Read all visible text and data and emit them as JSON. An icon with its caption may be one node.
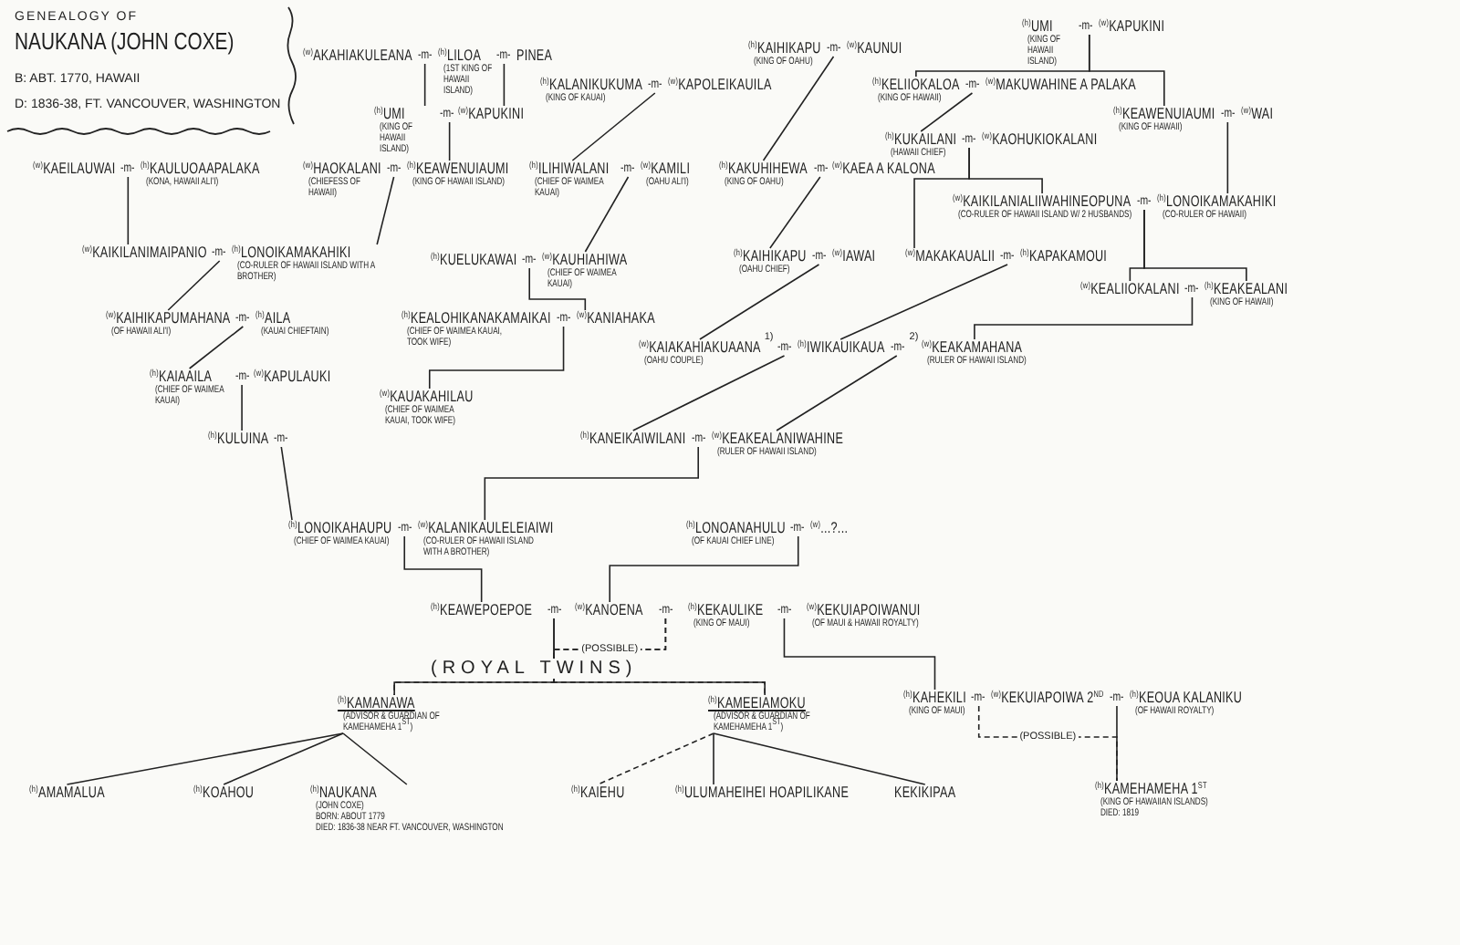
{
  "diagram": {
    "title": "GENEALOGY OF",
    "nodes": [
      {
        "text": [
          "$^{(w)}$AKAHIAKULEANA"
        ]
      },
      {
        "text": [
          "-m-"
        ]
      },
      {
        "text": [
          "$^{(h)}$LILOA",
          "(1ST KING OF HAWAII ISLAND)"
        ]
      },
      {
        "text": [
          "-m-"
        ]
      },
      {
        "text": [
          "PINEA"
        ]
      },
      {
        "text": [
          "$^{(h)}$UMI",
          "(KING OF HAWAII ISLAND)"
        ]
      },
      {
        "text": [
          "-m-"
        ]
      },
      {
        "text": [
          "$^{(w)}$KAPUKINI"
        ]
      },
      {
        "text": [
          "$^{(h)}$KALANIKUKUMA",
          "(KING OF KAUAI)"
        ]
      },
      {
        "text": [
          "-m-"
        ]
      },
      {
        "text": [
          "$^{(w)}$KAPOLEIKAUILA"
        ]
      },
      {
        "text": [
          "$^{(h)}$KAIHIKAPU",
          "(KING OF OAHU)"
        ]
      },
      {
        "text": [
          "-m-"
        ]
      },
      {
        "text": [
          "$^{(w)}$KAUNUI"
        ]
      },
      {
        "text": [
          "$^{(h)}$UMI",
          "(KING OF HAWAII ISLAND)"
        ]
      },
      {
        "text": [
          "-m-"
        ]
      },
      {
        "text": [
          "$^{(w)}$KAPUKINI"
        ]
      },
      {
        "text": [
          "$^{(h)}$KELIIOKALOA",
          "(KING OF HAWAII)"
        ]
      },
      {
        "text": [
          "-m-"
        ]
      },
      {
        "text": [
          "$^{(w)}$MAKUWAHINE A PALAKA"
        ]
      },
      {
        "text": [
          "$^{(h)}$KEAWENUIAUMI",
          "(KING OF HAWAII)"
        ]
      },
      {
        "text": [
          "-m-"
        ]
      },
      {
        "text": [
          "$^{(w)}$WAI"
        ]
      },
      {
        "text": [
          "$^{(w)}$KAEILAUWAI"
        ]
      },
      {
        "text": [
          "-m-"
        ]
      },
      {
        "text": [
          "$^{(h)}$KAULUOAAPALAKA",
          "(KONA, HAWAII ALI'I)"
        ]
      },
      {
        "text": [
          "$^{(w)}$HAOKALANI",
          "(CHIEFESS OF HAWAII)"
        ]
      },
      {
        "text": [
          "-m-"
        ]
      },
      {
        "text": [
          "$^{(h)}$KEAWENUIAUMI",
          "(KING OF HAWAII ISLAND)"
        ]
      },
      {
        "text": [
          "$^{(h)}$ILIHIWALANI",
          "(CHIEF OF WAIMEA KAUAI)"
        ]
      },
      {
        "text": [
          "-m-"
        ]
      },
      {
        "text": [
          "$^{(w)}$KAMILI",
          "(OAHU ALI'I)"
        ]
      },
      {
        "text": [
          "$^{(h)}$KAKUHIHEWA",
          "(KING OF OAHU)"
        ]
      },
      {
        "text": [
          "-m-"
        ]
      },
      {
        "text": [
          "$^{(w)}$KAEA A KALONA"
        ]
      },
      {
        "text": [
          "$^{(h)}$KUKAILANI",
          "(HAWAII CHIEF)"
        ]
      },
      {
        "text": [
          "-m-"
        ]
      },
      {
        "text": [
          "$^{(w)}$KAOHUKIOKALANI"
        ]
      },
      {
        "text": [
          "$^{(w)}$KAIKILANIMAIPANIO"
        ]
      },
      {
        "text": [
          "-m-"
        ]
      },
      {
        "text": [
          "$^{(h)}$LONOIKAMAKAHIKI",
          "(CO-RULER OF HAWAII ISLAND WITH A BROTHER)"
        ]
      },
      {
        "text": [
          "$^{(h)}$KUELUKAWAI"
        ]
      },
      {
        "text": [
          "-m-"
        ]
      },
      {
        "text": [
          "$^{(w)}$KAUHIAHIWA",
          "(CHIEF OF WAIMEA KAUAI)"
        ]
      },
      {
        "text": [
          "$^{(w)}$KAIKILANIALIIWAHINEOPUNA",
          "(CO-RULER OF HAWAII ISLAND W/ 2 HUSBANDS)"
        ]
      },
      {
        "text": [
          "-m-"
        ]
      },
      {
        "text": [
          "$^{(h)}$LONOIKAMAKAHIKI",
          "(CO-RULER OF HAWAII)"
        ]
      },
      {
        "text": [
          "$^{(h)}$KAIHIKAPU",
          "(OAHU CHIEF)"
        ]
      },
      {
        "text": [
          "-m-"
        ]
      },
      {
        "text": [
          "$^{(w)}$IAWAI"
        ]
      },
      {
        "text": [
          "$^{(w)}$MAKAKAUALII"
        ]
      },
      {
        "text": [
          "-m-"
        ]
      },
      {
        "text": [
          "$^{(h)}$KAPAKAMOUI"
        ]
      },
      {
        "text": [
          "$^{(w)}$KEALIIOKALANI"
        ]
      },
      {
        "text": [
          "-m-"
        ]
      },
      {
        "text": [
          "$^{(h)}$KEAKEALANI",
          "(KING OF HAWAII)"
        ]
      },
      {
        "text": [
          "$^{(w)}$KAIHIKAPUMAHANA",
          "(OF HAWAII ALI'I)"
        ]
      },
      {
        "text": [
          "-m-"
        ]
      },
      {
        "text": [
          "$^{(h)}$AILA",
          "(KAUAI CHIEFTAIN)"
        ]
      },
      {
        "text": [
          "$^{(h)}$KEALOHIKANAKAMAIKAI",
          "(CHIEF OF WAIMEA KAUAI, TOOK WIFE)"
        ]
      },
      {
        "text": [
          "-m-"
        ]
      },
      {
        "text": [
          "$^{(w)}$KANIAHAKA"
        ]
      },
      {
        "text": [
          "$^{(w)}$KAIAKAHIAKUAANA",
          "(OAHU COUPLE)"
        ]
      },
      {
        "text": [
          "-m-"
        ]
      },
      {
        "text": [
          "$^{(h)}$IWIKAUIKAUA"
        ]
      },
      {
        "text": [
          "-m-"
        ]
      },
      {
        "text": [
          "$^{(w)}$KEAKAMAHANA",
          "(RULER OF HAWAII ISLAND)"
        ]
      },
      {
        "text": [
          "$^{(h)}$KAIAAILA",
          "(CHIEF OF WAIMEA KAUAI)"
        ]
      },
      {
        "text": [
          "-m-"
        ]
      },
      {
        "text": [
          "$^{(w)}$KAPULAUKI"
        ]
      },
      {
        "text": [
          "$^{(w)}$KAUAKAHILAU",
          "(CHIEF OF WAIMEA KAUAI, TOOK WIFE)"
        ]
      },
      {
        "text": [
          "$^{(h)}$KULUINA"
        ]
      },
      {
        "text": [
          "-m-"
        ]
      },
      {
        "text": [
          "$^{(h)}$KANEIKAIWILANI"
        ]
      },
      {
        "text": [
          "-m-"
        ]
      },
      {
        "text": [
          "$^{(w)}$KEAKEALANIWAHINE",
          "(RULER OF HAWAII ISLAND)"
        ]
      },
      {
        "text": [
          "$^{(h)}$LONOIKAHAUPU",
          "(CHIEF OF WAIMEA KAUAI)"
        ]
      },
      {
        "text": [
          "-m-"
        ]
      },
      {
        "text": [
          "$^{(w)}$KALANIKAULELEIAIWI",
          "(CO-RULER OF HAWAII ISLAND WITH A BROTHER)"
        ]
      },
      {
        "text": [
          "$^{(h)}$LONOANAHULU",
          "(OF KAUAI CHIEF LINE)"
        ]
      },
      {
        "text": [
          "-m-"
        ]
      },
      {
        "text": [
          "$^{(w)}$...?..."
        ]
      },
      {
        "text": [
          "$^{(h)}$KEAWEPOEPOE"
        ]
      },
      {
        "text": [
          "-m-"
        ]
      },
      {
        "text": [
          "$^{(w)}$KANOENA"
        ]
      },
      {
        "text": [
          "-m-"
        ]
      },
      {
        "text": [
          "$^{(h)}$KEKAULIKE",
          "(KING OF MAUI)"
        ]
      },
      {
        "text": [
          "-m-"
        ]
      },
      {
        "text": [
          "$^{(w)}$KEKUIAPOIWANUI",
          "(OF MAUI & HAWAII ROYALTY)"
        ]
      },
      {
        "text": [
          "$^{(h)}$KAMANAWA",
          "(ADVISOR & GUARDIAN OF KAMEHAMEHA 1$^{ST}$)"
        ]
      },
      {
        "text": [
          "$^{(h)}$KAMEEIAMOKU",
          "(ADVISOR & GUARDIAN OF KAMEHAMEHA 1$^{ST}$)"
        ]
      },
      {
        "text": [
          "$^{(h)}$KAHEKILI",
          "(KING OF MAUI)"
        ]
      },
      {
        "text": [
          "-m-"
        ]
      },
      {
        "text": [
          "$^{(w)}$KEKUIAPOIWA 2$^{ND}$"
        ]
      },
      {
        "text": [
          "-m-"
        ]
      },
      {
        "text": [
          "$^{(h)}$KEOUA KALANIKU",
          "(OF HAWAII ROYALTY)"
        ]
      },
      {
        "text": [
          "$^{(h)}$AMAMALUA"
        ]
      },
      {
        "text": [
          "$^{(h)}$KOAHOU"
        ]
      },
      {
        "text": [
          "$^{(h)}$NAUKANA",
          "(JOHN COXE)",
          "BORN: ABOUT 1779",
          "DIED: 1836-38 NEAR FT. VANCOUVER, WASHINGTON"
        ]
      },
      {
        "text": [
          "$^{(h)}$KAIEHU"
        ]
      },
      {
        "text": [
          "$^{(h)}$ULUMAHEIHEI HOAPILIKANE"
        ]
      },
      {
        "text": [
          "KEKIKIPAA"
        ]
      },
      {
        "text": [
          "$^{(h)}$KAMEHAMEHA 1$^{ST}$",
          "(KING OF HAWAIIAN ISLANDS)",
          "DIED: 1819"
        ]
      }
    ],
    "edges": [
      {
        "from": 1,
        "to": 5,
        "arrow": "none"
      },
      {
        "from": 3,
        "to": 7,
        "arrow": "none"
      },
      {
        "from": 6,
        "to": 28,
        "arrow": "none"
      },
      {
        "from": 9,
        "to": 29,
        "arrow": "none"
      },
      {
        "from": 12,
        "to": 32,
        "arrow": "none"
      },
      {
        "from": 15,
        "to": 17,
        "arrow": "none"
      },
      {
        "from": 15,
        "to": 20,
        "arrow": "none"
      },
      {
        "from": 18,
        "to": 35,
        "arrow": "none"
      },
      {
        "from": 21,
        "to": 46,
        "arrow": "none"
      },
      {
        "from": 36,
        "to": 50,
        "arrow": "none"
      },
      {
        "from": 36,
        "to": 44,
        "arrow": "none"
      },
      {
        "from": 45,
        "to": 53,
        "arrow": "none"
      },
      {
        "from": 45,
        "to": 55,
        "arrow": "none"
      },
      {
        "from": 24,
        "to": 38,
        "arrow": "none"
      },
      {
        "from": 27,
        "to": 40,
        "arrow": "none"
      },
      {
        "from": 30,
        "to": 43,
        "arrow": "none"
      },
      {
        "from": 33,
        "to": 47,
        "arrow": "none"
      },
      {
        "from": 39,
        "to": 56,
        "arrow": "none"
      },
      {
        "from": 42,
        "to": 61,
        "arrow": "none"
      },
      {
        "from": 48,
        "to": 62,
        "arrow": "none"
      },
      {
        "from": 51,
        "to": 64,
        "arrow": "none"
      },
      {
        "from": 54,
        "to": 66,
        "arrow": "none"
      },
      {
        "from": 57,
        "to": 67,
        "arrow": "none"
      },
      {
        "from": 60,
        "to": 70,
        "arrow": "none"
      },
      {
        "from": 68,
        "to": 71,
        "arrow": "none"
      },
      {
        "from": 63,
        "to": 73,
        "arrow": "none"
      },
      {
        "from": 65,
        "to": 75,
        "arrow": "none"
      },
      {
        "from": 72,
        "to": 76,
        "arrow": "none"
      },
      {
        "from": 74,
        "to": 78,
        "arrow": "none"
      },
      {
        "from": 77,
        "to": 82,
        "arrow": "none"
      },
      {
        "from": 80,
        "to": 84,
        "arrow": "none"
      },
      {
        "from": 83,
        "to": 89,
        "arrow": "none"
      },
      {
        "from": 83,
        "to": 90,
        "arrow": "none"
      },
      {
        "from": 85,
        "to": 89,
        "arrow": "none",
        "style": "dashed",
        "label": "(POSSIBLE)"
      },
      {
        "from": 85,
        "to": 90,
        "arrow": "none",
        "style": "dashed"
      },
      {
        "from": 87,
        "to": 91,
        "arrow": "none"
      },
      {
        "from": 89,
        "to": 96,
        "arrow": "none"
      },
      {
        "from": 89,
        "to": 97,
        "arrow": "none"
      },
      {
        "from": 89,
        "to": 98,
        "arrow": "none"
      },
      {
        "from": 90,
        "to": 99,
        "arrow": "none",
        "style": "dashed"
      },
      {
        "from": 90,
        "to": 100,
        "arrow": "none"
      },
      {
        "from": 90,
        "to": 101,
        "arrow": "none"
      },
      {
        "from": 92,
        "to": 102,
        "arrow": "none",
        "style": "dashed",
        "label": "(POSSIBLE)"
      },
      {
        "from": 94,
        "to": 102,
        "arrow": "none"
      }
    ],
    "labels": [
      "NAUKANA (JOHN COXE)",
      "B: ABT. 1770, HAWAII",
      "D: 1836-38, FT. VANCOUVER, WASHINGTON",
      "1)",
      "2)",
      "(ROYAL TWINS)"
    ]
  }
}
